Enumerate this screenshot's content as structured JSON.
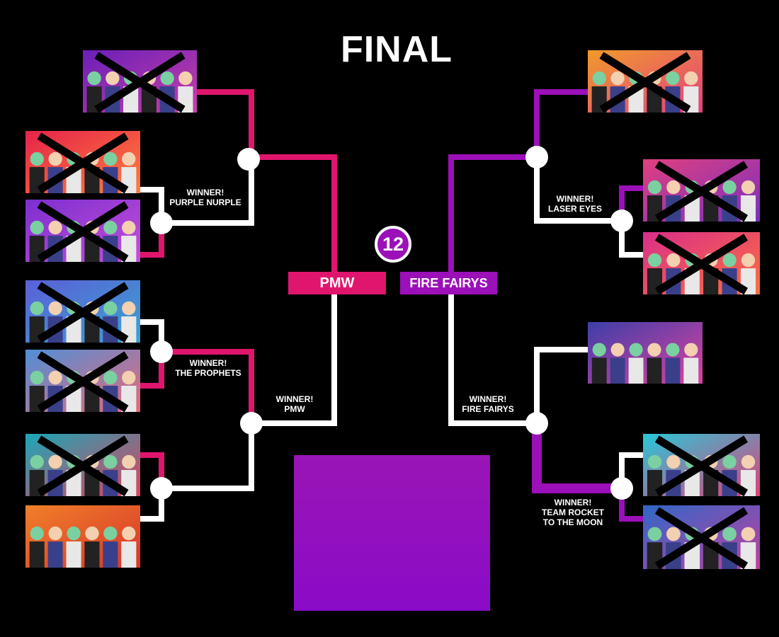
{
  "title": "FINAL",
  "colors": {
    "pink": "#e0156e",
    "purple": "#9b10b8",
    "white": "#ffffff",
    "background": "#000000",
    "eliminated_x": "#000000"
  },
  "left_bracket": {
    "cards": [
      {
        "name": "purple-team-card",
        "eliminated": true,
        "palette": [
          "#6a1fb8",
          "#c83fa8"
        ]
      },
      {
        "name": "red-team-card",
        "eliminated": true,
        "palette": [
          "#e5234a",
          "#ff7f3c"
        ]
      },
      {
        "name": "violet-team-card",
        "eliminated": true,
        "palette": [
          "#7b2fd0",
          "#c64fd8"
        ]
      },
      {
        "name": "blue-team-card",
        "eliminated": true,
        "palette": [
          "#5b5fd8",
          "#3aa3d0"
        ]
      },
      {
        "name": "prophets-team-card",
        "eliminated": true,
        "palette": [
          "#4f8fd8",
          "#e86a7a"
        ]
      },
      {
        "name": "teal-team-card",
        "eliminated": true,
        "palette": [
          "#19a8b8",
          "#e0405e"
        ]
      },
      {
        "name": "orange-team-card",
        "eliminated": false,
        "palette": [
          "#f0802a",
          "#d8342a"
        ]
      }
    ],
    "winner_labels": [
      {
        "line1": "WINNER!",
        "line2": "PURPLE NURPLE"
      },
      {
        "line1": "WINNER!",
        "line2": "THE PROPHETS"
      },
      {
        "line1": "WINNER!",
        "line2": "PMW"
      }
    ],
    "finalist": "PMW"
  },
  "right_bracket": {
    "cards": [
      {
        "name": "orange-team-card",
        "eliminated": true,
        "palette": [
          "#f09a2a",
          "#e54080"
        ]
      },
      {
        "name": "laser-eyes-card",
        "eliminated": true,
        "palette": [
          "#e0407e",
          "#7a2fc0"
        ]
      },
      {
        "name": "magenta-team-card",
        "eliminated": true,
        "palette": [
          "#d82f8a",
          "#ff6f3c"
        ]
      },
      {
        "name": "fire-fairys-card",
        "eliminated": false,
        "palette": [
          "#3c3fa8",
          "#e040a0"
        ]
      },
      {
        "name": "cyan-team-card",
        "eliminated": true,
        "palette": [
          "#28c8d8",
          "#e0407a"
        ]
      },
      {
        "name": "team-rocket-card",
        "eliminated": true,
        "palette": [
          "#2f68c8",
          "#c03fa0"
        ]
      }
    ],
    "winner_labels": [
      {
        "line1": "WINNER!",
        "line2": "LASER EYES"
      },
      {
        "line1": "WINNER!",
        "line2": "FIRE FAIRYS"
      },
      {
        "line1": "WINNER!",
        "line2": "TEAM ROCKET",
        "line3": "TO THE MOON"
      }
    ],
    "finalist": "FIRE FAIRYS"
  },
  "final_match": {
    "score": "12"
  }
}
